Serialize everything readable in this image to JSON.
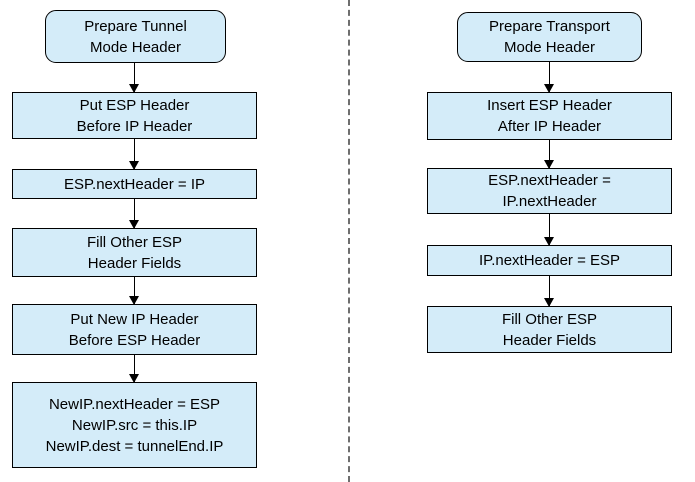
{
  "diagram": {
    "type": "flowchart",
    "box_fill_color": "#d4ecf9",
    "box_border_color": "#000000",
    "divider_color": "#6e6e6e",
    "left_column": {
      "topic": "tunnel-mode",
      "nodes": [
        {
          "id": "prepare-tunnel-mode-header",
          "shape": "rounded",
          "text": "Prepare Tunnel\nMode Header"
        },
        {
          "id": "put-esp-header-before-ip-header",
          "shape": "rect",
          "text": "Put ESP Header\nBefore IP Header"
        },
        {
          "id": "esp-nextheader-equals-ip",
          "shape": "rect",
          "text": "ESP.nextHeader = IP"
        },
        {
          "id": "fill-other-esp-header-fields",
          "shape": "rect",
          "text": "Fill Other ESP\nHeader Fields"
        },
        {
          "id": "put-new-ip-header-before-esp-header",
          "shape": "rect",
          "text": "Put New IP Header\nBefore ESP Header"
        },
        {
          "id": "newip-field-assignments",
          "shape": "rect",
          "text": "NewIP.nextHeader = ESP\nNewIP.src = this.IP\nNewIP.dest = tunnelEnd.IP"
        }
      ]
    },
    "right_column": {
      "topic": "transport-mode",
      "nodes": [
        {
          "id": "prepare-transport-mode-header",
          "shape": "rounded",
          "text": "Prepare Transport\nMode Header"
        },
        {
          "id": "insert-esp-header-after-ip-header",
          "shape": "rect",
          "text": "Insert ESP Header\nAfter IP Header"
        },
        {
          "id": "esp-nextheader-equals-ip-nextheader",
          "shape": "rect",
          "text": "ESP.nextHeader =\nIP.nextHeader"
        },
        {
          "id": "ip-nextheader-equals-esp",
          "shape": "rect",
          "text": "IP.nextHeader = ESP"
        },
        {
          "id": "fill-other-esp-header-fields-transport",
          "shape": "rect",
          "text": "Fill Other ESP\nHeader Fields"
        }
      ]
    }
  }
}
